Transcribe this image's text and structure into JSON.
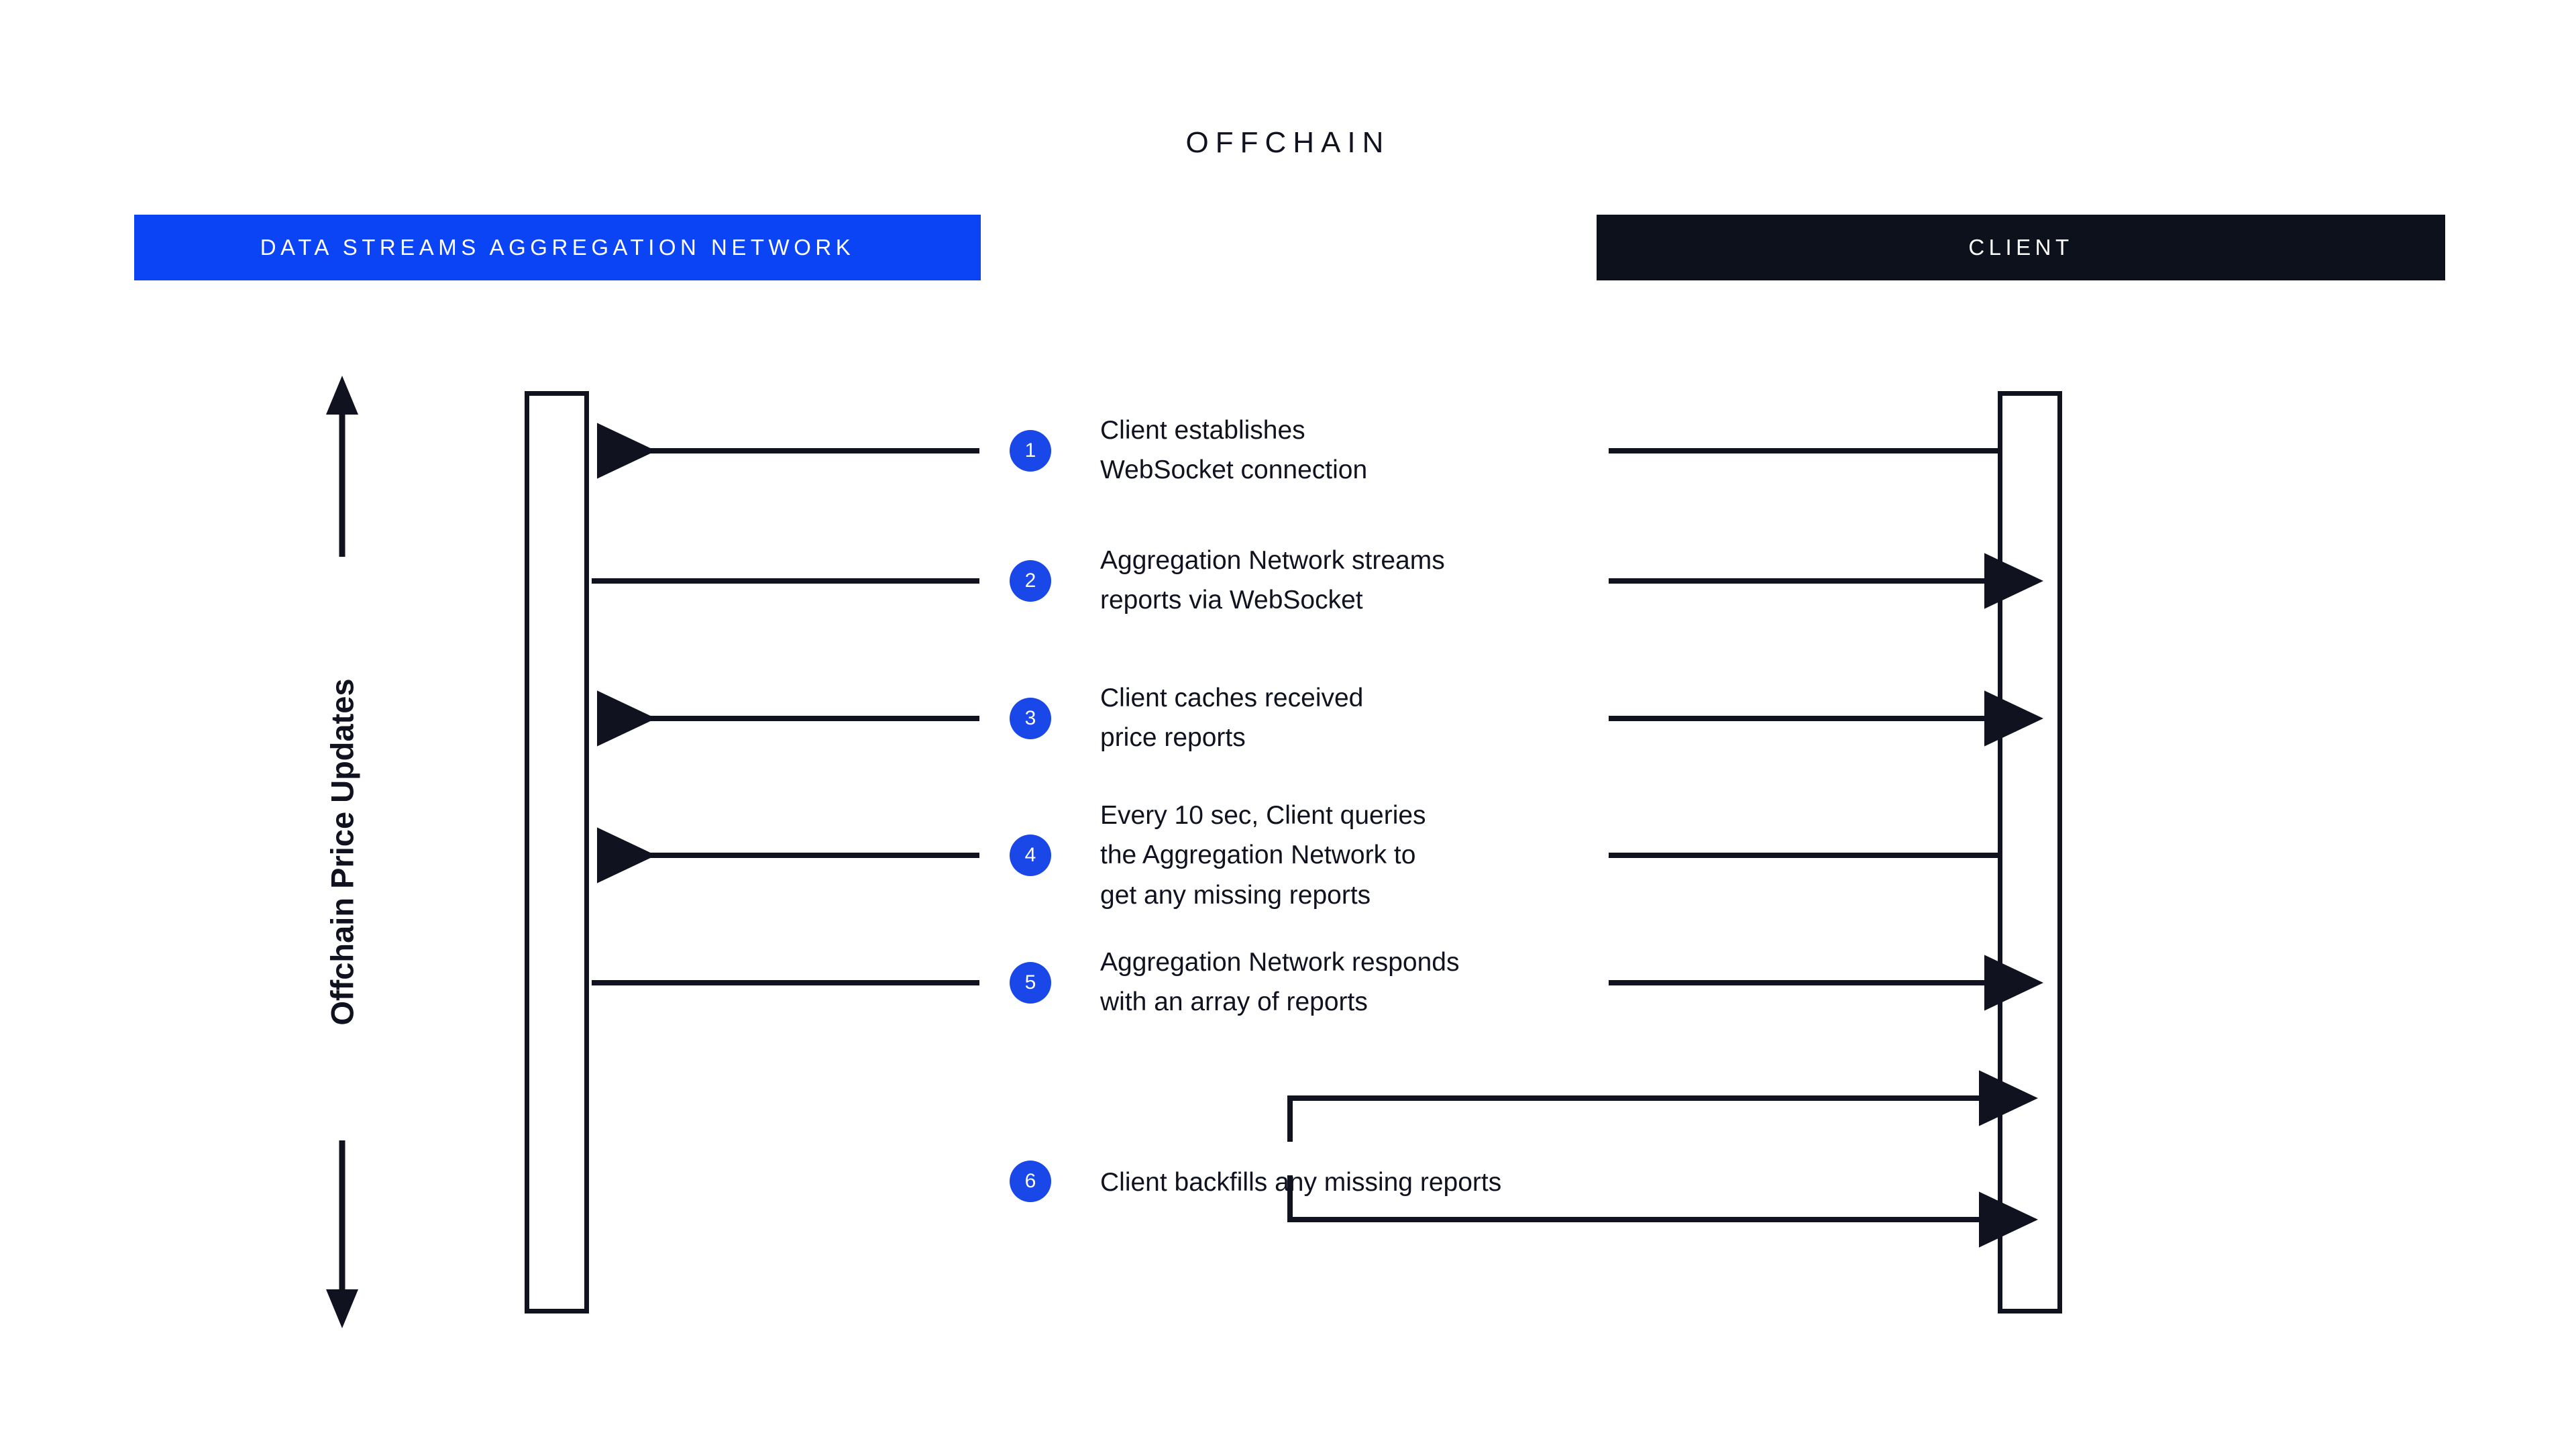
{
  "diagram": {
    "title": "OFFCHAIN",
    "axis_label": "Offchain Price Updates",
    "colors": {
      "accent_blue": "#0B44F5",
      "badge_blue": "#1A47E8",
      "dark_navy": "#0D111C",
      "ink": "#10131F",
      "background": "#FFFFFF"
    }
  },
  "lanes": {
    "left": {
      "header": "DATA STREAMS AGGREGATION NETWORK",
      "header_bg": "#0B44F5",
      "header_color": "#FFFFFF"
    },
    "right": {
      "header": "CLIENT",
      "header_bg": "#0D111C",
      "header_color": "#FFFFFF"
    }
  },
  "steps": [
    {
      "number": "1",
      "text": "Client establishes\nWebSocket connection",
      "direction": "right-to-left",
      "left_arrowhead": true,
      "right_arrowhead": false
    },
    {
      "number": "2",
      "text": "Aggregation Network streams\nreports via WebSocket",
      "direction": "left-to-right",
      "left_arrowhead": false,
      "right_arrowhead": true
    },
    {
      "number": "3",
      "text": "Client caches received\nprice reports",
      "direction": "right-to-left",
      "left_arrowhead": true,
      "right_arrowhead": true
    },
    {
      "number": "4",
      "text": "Every 10 sec, Client queries\nthe Aggregation Network to\nget any missing reports",
      "direction": "right-to-left",
      "left_arrowhead": true,
      "right_arrowhead": false
    },
    {
      "number": "5",
      "text": "Aggregation Network responds\nwith an array of reports",
      "direction": "left-to-right",
      "left_arrowhead": false,
      "right_arrowhead": true
    },
    {
      "number": "6",
      "text": "Client backfills any missing reports",
      "direction": "self-loop",
      "left_arrowhead": false,
      "right_arrowhead": true
    }
  ]
}
